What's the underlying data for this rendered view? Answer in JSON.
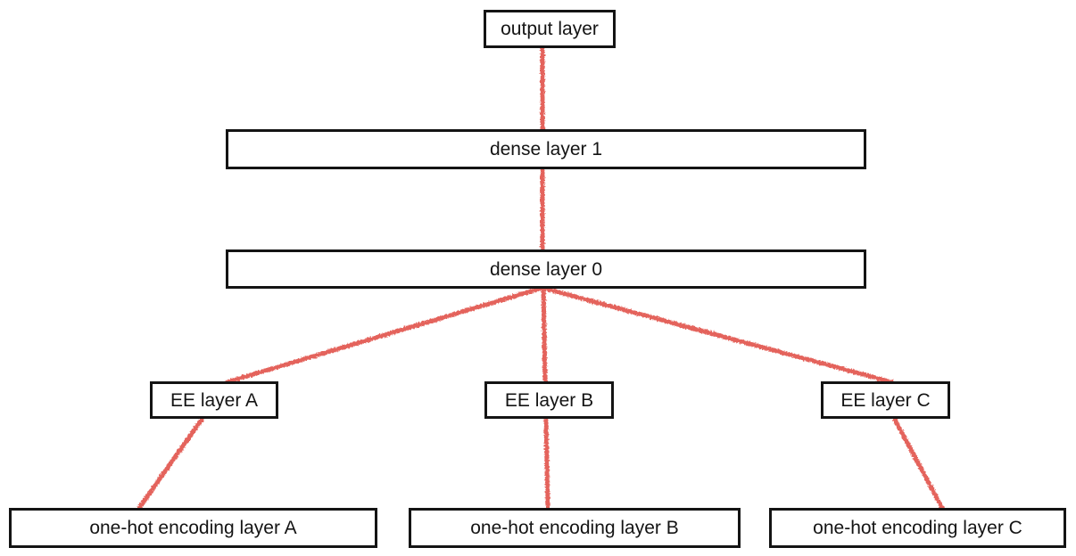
{
  "diagram": {
    "type": "neural-network-architecture",
    "nodes": {
      "output": {
        "label": "output layer"
      },
      "dense1": {
        "label": "dense layer 1"
      },
      "dense0": {
        "label": "dense layer 0"
      },
      "ee_a": {
        "label": "EE layer A"
      },
      "ee_b": {
        "label": "EE layer B"
      },
      "ee_c": {
        "label": "EE layer C"
      },
      "onehot_a": {
        "label": "one-hot encoding layer A"
      },
      "onehot_b": {
        "label": "one-hot encoding layer B"
      },
      "onehot_c": {
        "label": "one-hot encoding layer C"
      }
    },
    "edges": [
      {
        "from": "output",
        "to": "dense1"
      },
      {
        "from": "dense1",
        "to": "dense0"
      },
      {
        "from": "dense0",
        "to": "ee_a"
      },
      {
        "from": "dense0",
        "to": "ee_b"
      },
      {
        "from": "dense0",
        "to": "ee_c"
      },
      {
        "from": "ee_a",
        "to": "onehot_a"
      },
      {
        "from": "ee_b",
        "to": "onehot_b"
      },
      {
        "from": "ee_c",
        "to": "onehot_c"
      }
    ],
    "colors": {
      "edge": "#e4635c",
      "box_border": "#141414",
      "box_fill": "#ffffff",
      "text": "#141414",
      "background": "#ffffff"
    }
  }
}
